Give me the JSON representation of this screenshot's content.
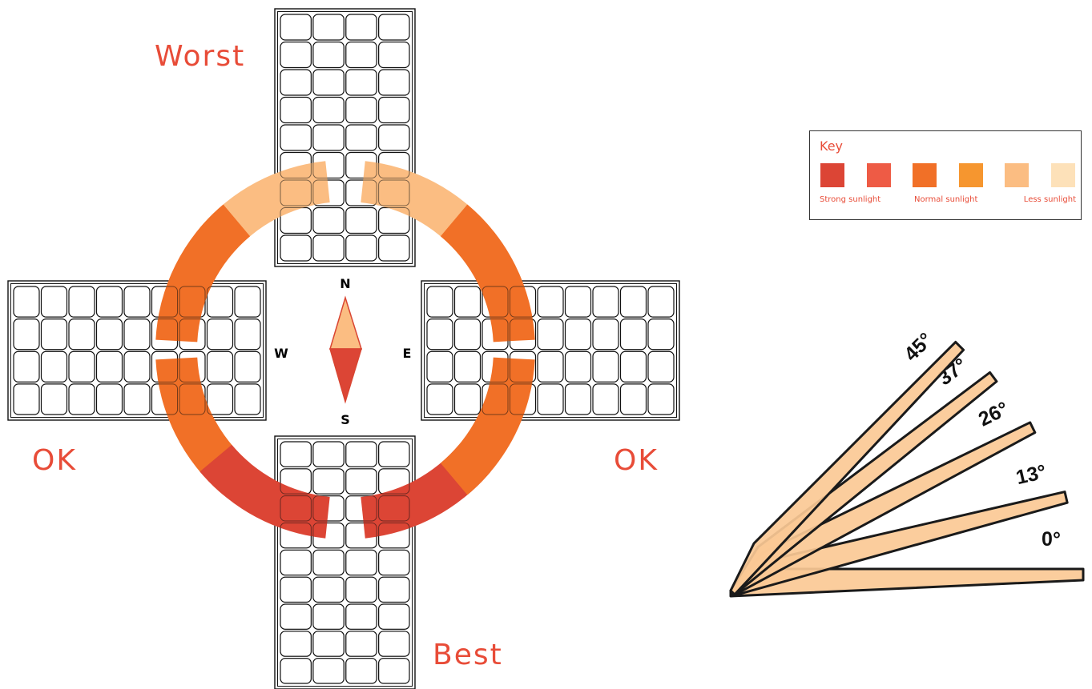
{
  "ratings": {
    "north": "Worst",
    "west": "OK",
    "east": "OK",
    "south": "Best"
  },
  "compass": {
    "north": "N",
    "south": "S",
    "west": "W",
    "east": "E"
  },
  "key": {
    "title": "Key",
    "colors": [
      "#dc4535",
      "#ee5b45",
      "#f17027",
      "#f6962f",
      "#fbbd82",
      "#fde1b9"
    ],
    "labels": {
      "strong": "Strong sunlight",
      "normal": "Normal sunlight",
      "less": "Less sunlight"
    }
  },
  "arc_colors": {
    "north": "#fbbd82",
    "west": "#f17027",
    "east": "#f17027",
    "south": "#dc4535"
  },
  "tilt_angles": [
    0,
    13,
    26,
    37,
    45
  ],
  "tilt_labels": [
    "0°",
    "13°",
    "26°",
    "37°",
    "45°"
  ],
  "tilt_fill": "#fbc995"
}
